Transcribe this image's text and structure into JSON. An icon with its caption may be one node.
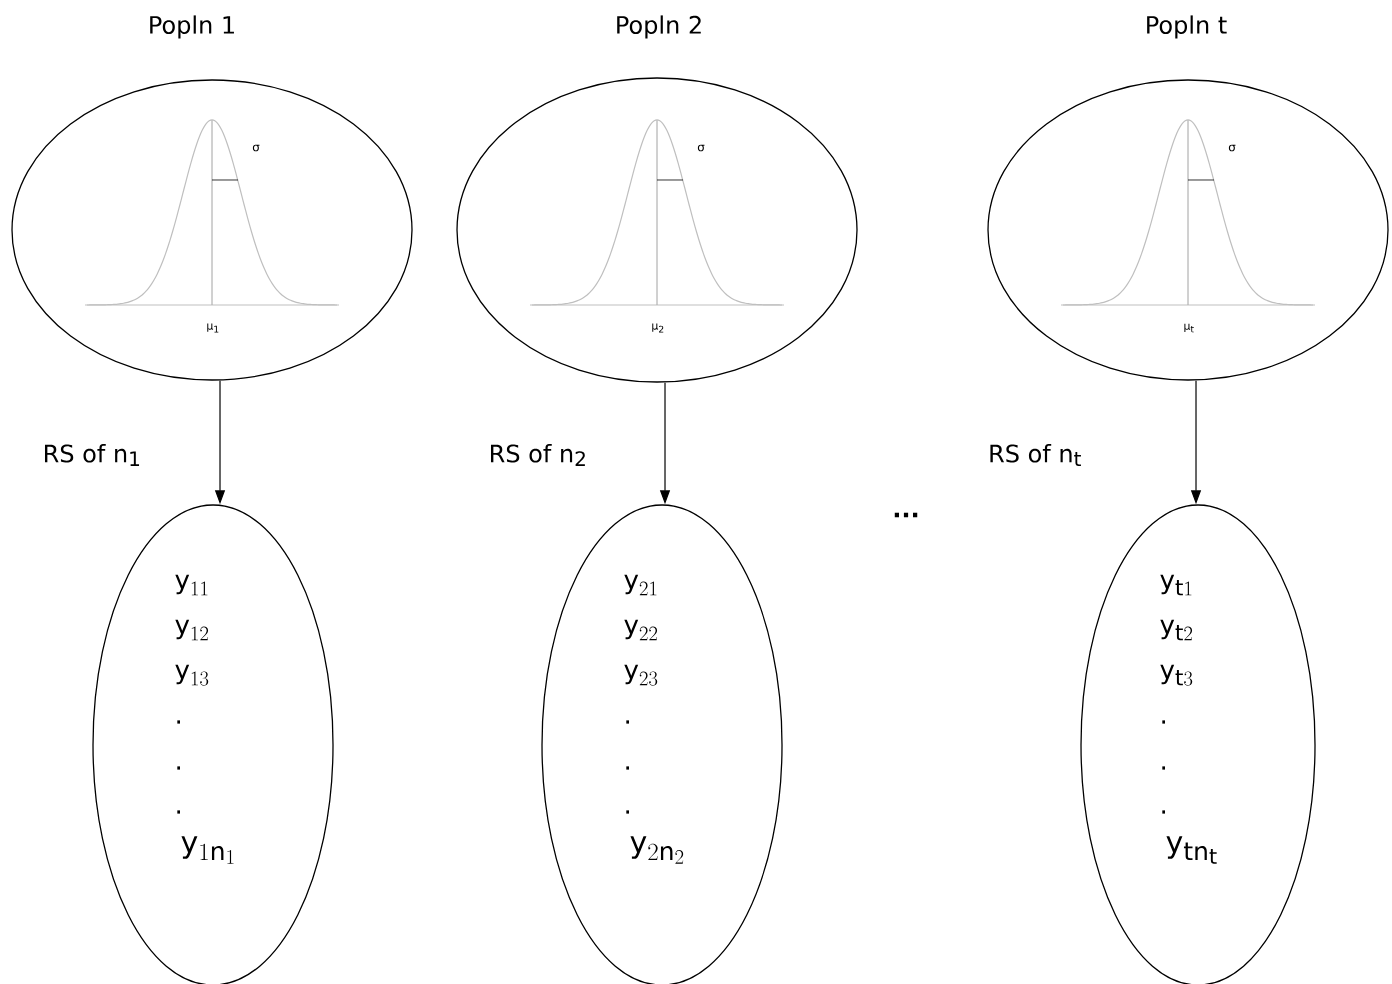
{
  "diagram": {
    "nodes": [
      {
        "text": [
          "Popln 1",
          "σ",
          "μ$_{1}$"
        ]
      },
      {
        "text": [
          "Popln 2",
          "σ",
          "μ$_{2}$"
        ]
      },
      {
        "text": [
          "Popln t",
          "σ",
          "μ$_{t}$"
        ]
      },
      {
        "text": [
          "y_{11}",
          "y_{12}",
          "y_{13}",
          ".",
          ".",
          ".",
          "y_{1n_{1}}"
        ]
      },
      {
        "text": [
          "y_{21}",
          "y_{22}",
          "y_{23}",
          ".",
          ".",
          ".",
          "y_{2n_{2}}"
        ]
      },
      {
        "text": [
          "y_{t1}",
          "y_{t2}",
          "y_{t3}",
          ".",
          ".",
          ".",
          "y_{tn_{t}}"
        ]
      }
    ],
    "edges": [
      {
        "from": 0,
        "to": 3,
        "arrow": "to",
        "label": "RS of n$_{1}$"
      },
      {
        "from": 1,
        "to": 4,
        "arrow": "to",
        "label": "RS of n$_{2}$"
      },
      {
        "from": 2,
        "to": 5,
        "arrow": "to",
        "label": "RS of n$_{t}$"
      }
    ],
    "labels": [
      "..."
    ]
  }
}
